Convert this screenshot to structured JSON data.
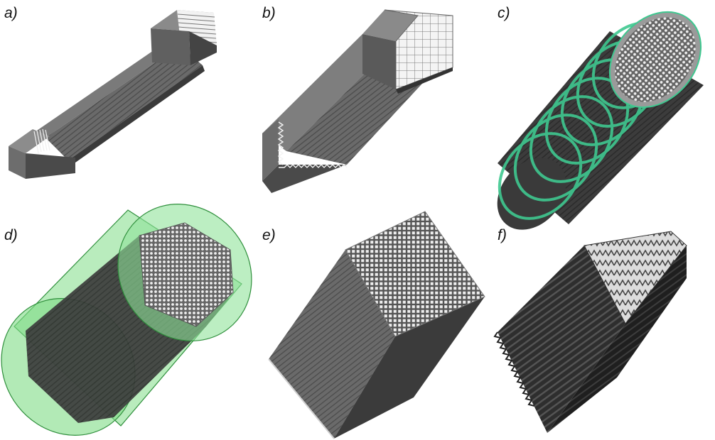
{
  "panels": [
    {
      "id": "a",
      "label": "a)",
      "object": "straight-plate-stack"
    },
    {
      "id": "b",
      "label": "b)",
      "object": "square-grid-block"
    },
    {
      "id": "c",
      "label": "c)",
      "object": "tube-bundle-with-baffles"
    },
    {
      "id": "d",
      "label": "d)",
      "object": "hexagonal-core-in-cylinder"
    },
    {
      "id": "e",
      "label": "e)",
      "object": "fine-grid-square-block"
    },
    {
      "id": "f",
      "label": "f)",
      "object": "zigzag-fin-block"
    }
  ],
  "colors": {
    "background": "#ffffff",
    "body_light": "#8a8a8a",
    "body_mid": "#5f5f5f",
    "body_dark": "#3a3a3a",
    "edge_dark": "#222222",
    "grid_face": "#f2f2f2",
    "baffle_green": "#3fc890",
    "shell_green": "#7fdc86",
    "shell_stroke": "#2f8f3c"
  }
}
